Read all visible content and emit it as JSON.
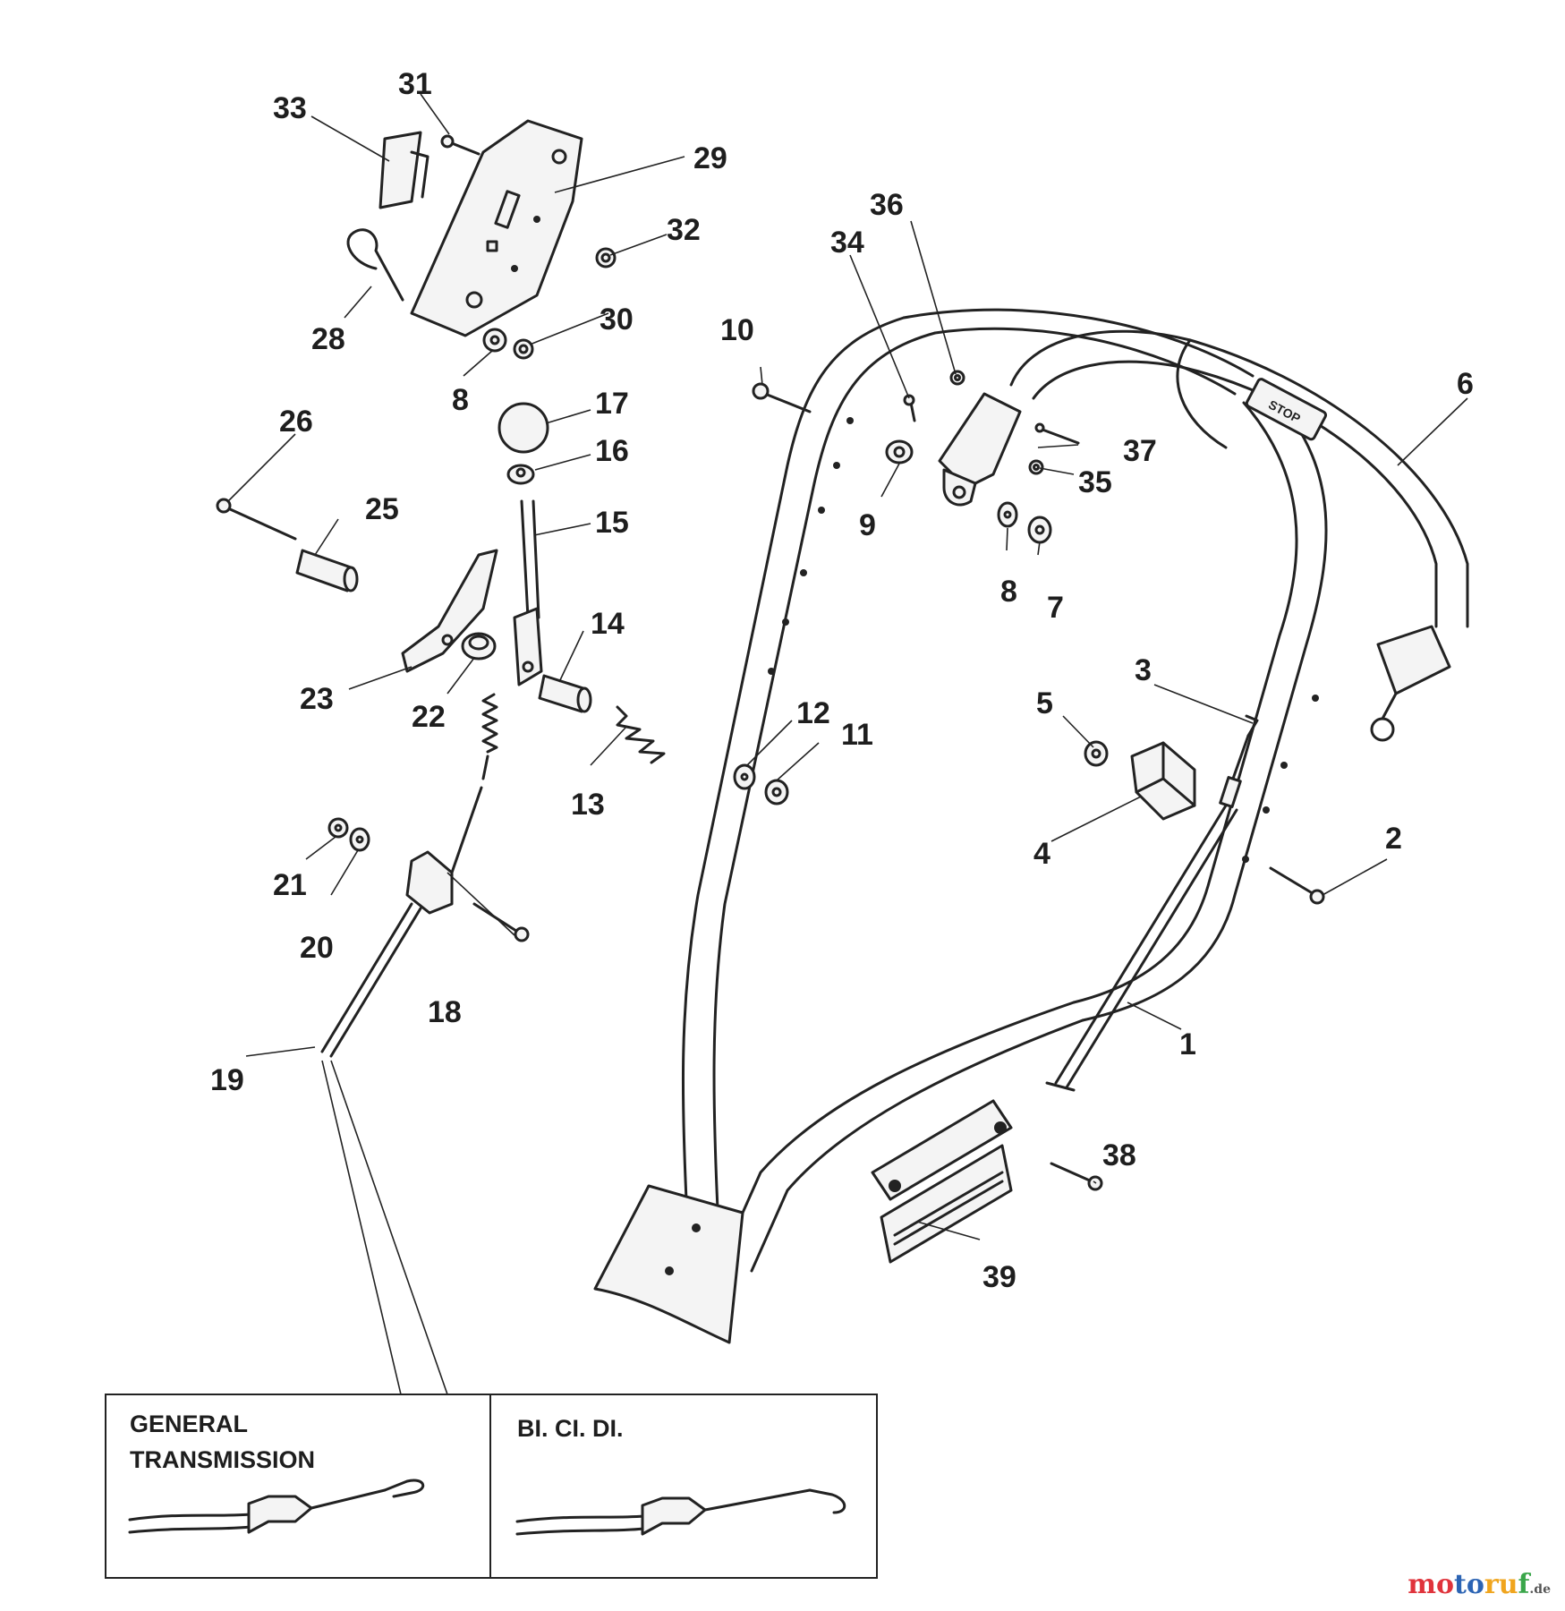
{
  "labels": {
    "p1": "1",
    "p2": "2",
    "p3": "3",
    "p4": "4",
    "p5": "5",
    "p6": "6",
    "p7": "7",
    "p8a": "8",
    "p8b": "8",
    "p9": "9",
    "p10": "10",
    "p11": "11",
    "p12": "12",
    "p13": "13",
    "p14": "14",
    "p15": "15",
    "p16": "16",
    "p17": "17",
    "p18": "18",
    "p19": "19",
    "p20": "20",
    "p21": "21",
    "p22": "22",
    "p23": "23",
    "p25": "25",
    "p26": "26",
    "p28": "28",
    "p29": "29",
    "p30": "30",
    "p31": "31",
    "p32": "32",
    "p33": "33",
    "p34": "34",
    "p35": "35",
    "p36": "36",
    "p37": "37",
    "p38": "38",
    "p39": "39"
  },
  "inset": {
    "left_title_line1": "GENERAL",
    "left_title_line2": "TRANSMISSION",
    "right_title": "BI. CI. DI."
  },
  "handle_label": "STOP",
  "watermark": {
    "part1": "mo",
    "part2": "to",
    "part3": "ru",
    "part4": "f",
    "tld": ".de"
  }
}
